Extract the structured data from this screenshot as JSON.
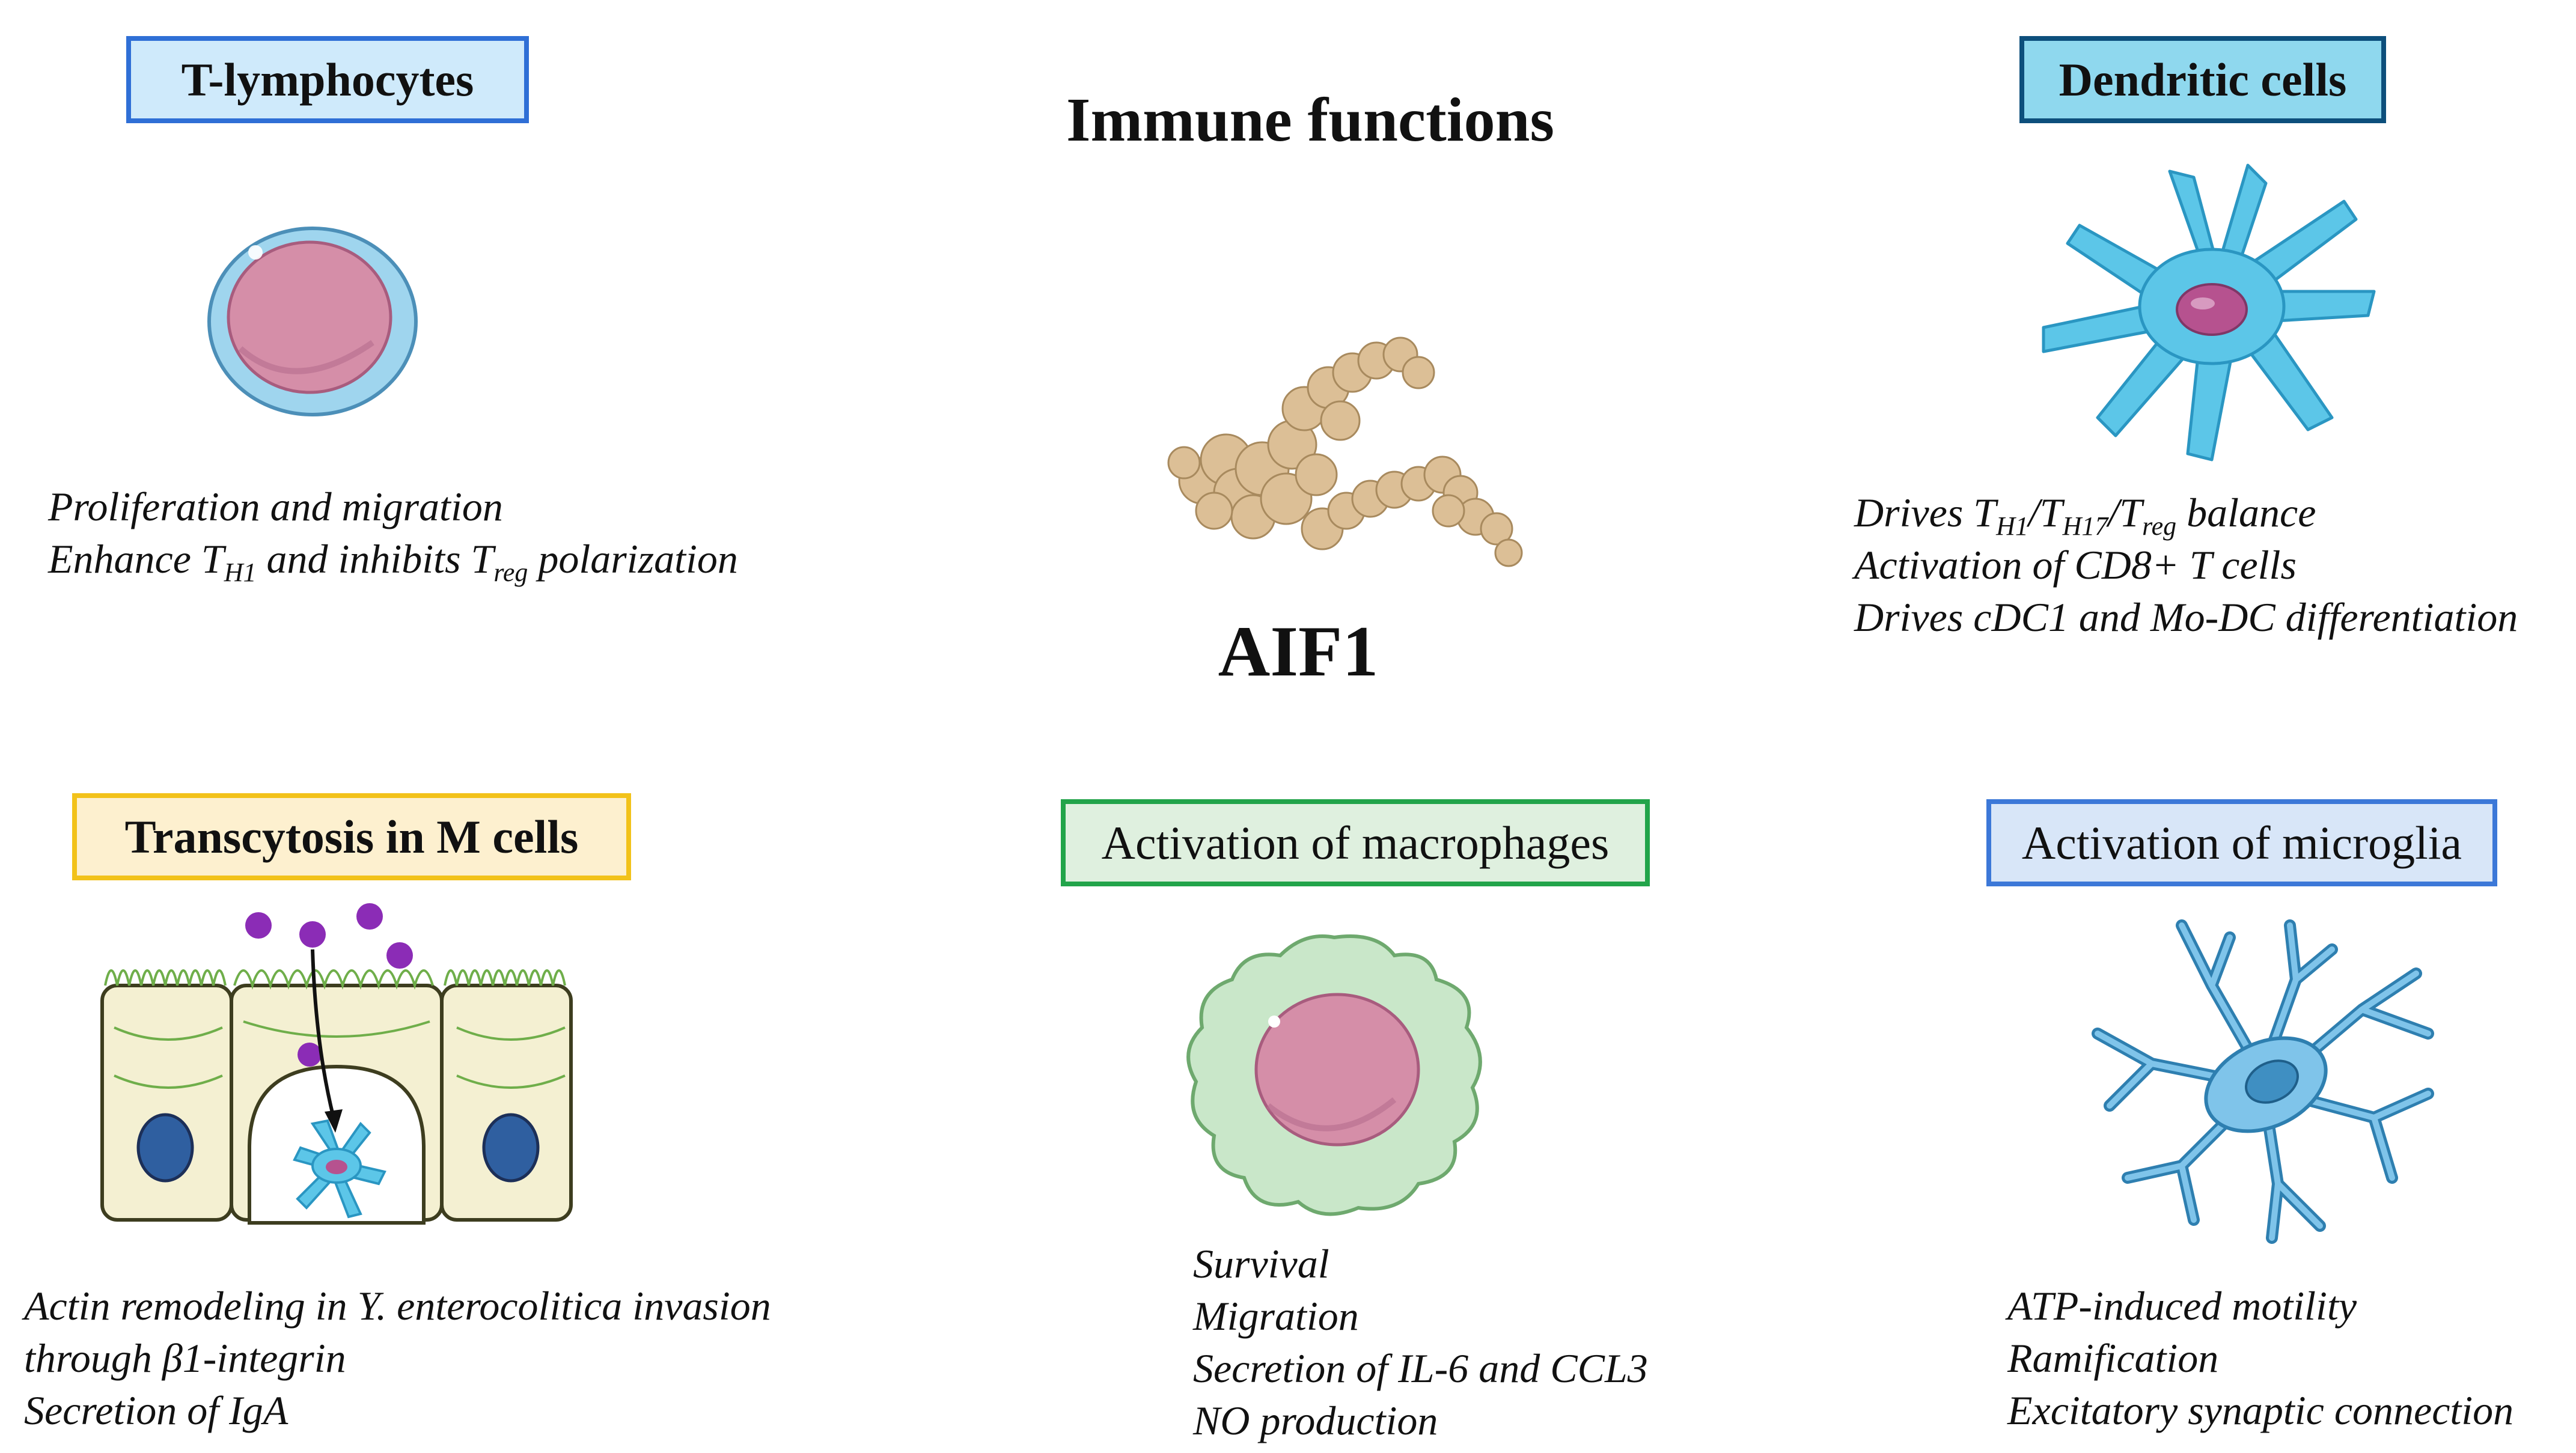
{
  "title": "Immune functions",
  "protein": {
    "label": "AIF1"
  },
  "panels": {
    "t_lymphocytes": {
      "title": "T-lymphocytes",
      "border": "#2f6fd6",
      "fill": "#cfeafb",
      "lines": [
        {
          "text": "Proliferation and migration"
        },
        {
          "parts": [
            "Enhance T",
            "H1",
            " and inhibits T",
            "reg",
            " polarization"
          ]
        }
      ]
    },
    "dendritic_cells": {
      "title": "Dendritic cells",
      "border": "#0d4f7c",
      "fill": "#8fd8ee",
      "lines": [
        {
          "parts": [
            "Drives  T",
            "H1",
            "/T",
            "H17",
            "/T",
            "reg",
            " balance"
          ]
        },
        {
          "text": "Activation of CD8+ T cells"
        },
        {
          "text": "Drives cDC1 and Mo-DC differentiation"
        }
      ]
    },
    "m_cells": {
      "title": "Transcytosis  in M cells",
      "border": "#f2c21a",
      "fill": "#fdf0cf",
      "lines": [
        {
          "text": "Actin remodeling in Y. enterocolitica invasion"
        },
        {
          "text": "through β1-integrin"
        },
        {
          "text": "Secretion of IgA"
        }
      ]
    },
    "macrophages": {
      "title": "Activation of macrophages",
      "border": "#22a44a",
      "fill": "#dff0df",
      "lines": [
        {
          "text": "Survival"
        },
        {
          "text": "Migration"
        },
        {
          "text": "Secretion of IL-6 and CCL3"
        },
        {
          "text": "NO production"
        }
      ]
    },
    "microglia": {
      "title": "Activation of microglia",
      "border": "#3c78d8",
      "fill": "#d8e6f8",
      "lines": [
        {
          "text": "ATP-induced motility"
        },
        {
          "text": "Ramification"
        },
        {
          "text": "Excitatory synaptic connection"
        }
      ]
    }
  },
  "icons": {
    "t_cell": "t-lymphocyte-cell-icon",
    "dendritic": "dendritic-cell-icon",
    "protein": "aif1-protein-structure-icon",
    "m_cell": "m-cell-epithelium-icon",
    "macrophage": "macrophage-cell-icon",
    "microglia": "microglia-cell-icon"
  }
}
